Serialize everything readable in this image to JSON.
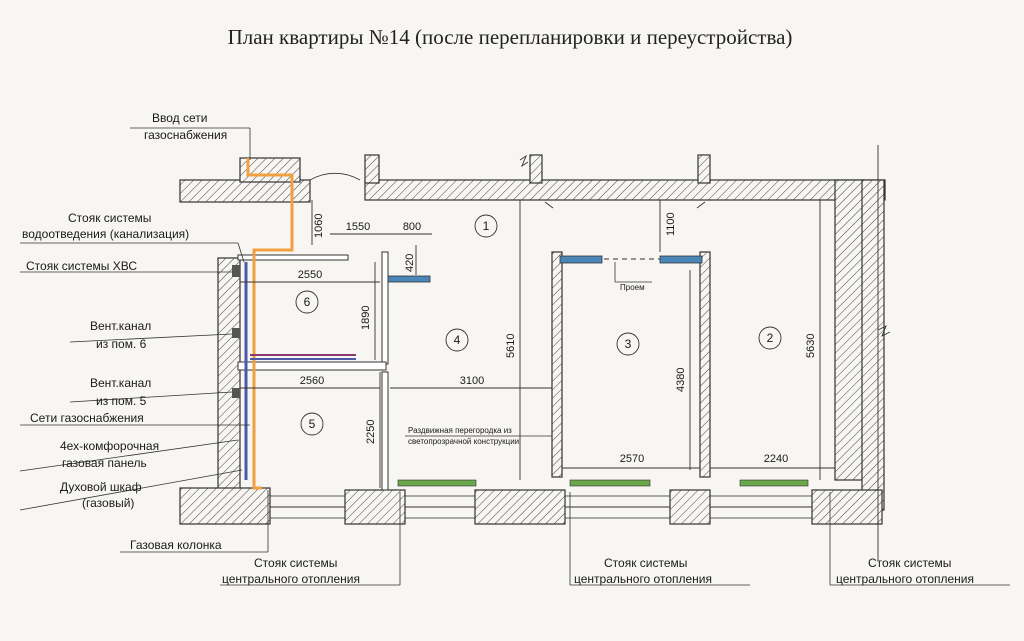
{
  "title": "План квартиры №14 (после перепланировки и переустройства)",
  "rooms": [
    "1",
    "2",
    "3",
    "4",
    "5",
    "6"
  ],
  "dimensions": {
    "d1060": "1060",
    "d1550": "1550",
    "d800": "800",
    "d420": "420",
    "d2550": "2550",
    "d1890": "1890",
    "d2560": "2560",
    "d3100": "3100",
    "d2250": "2250",
    "d5610": "5610",
    "d1100": "1100",
    "d4380": "4380",
    "d5630": "5630",
    "d2570": "2570",
    "d2240": "2240"
  },
  "labels": {
    "gas_input_1": "Ввод сети",
    "gas_input_2": "газоснабжения",
    "drain_1": "Стояк системы",
    "drain_2": "водоотведения (канализация)",
    "cold_water": "Стояк системы ХВС",
    "vent6_1": "Вент.канал",
    "vent6_2": "из пом. 6",
    "vent5_1": "Вент.канал",
    "vent5_2": "из пом. 5",
    "gas_network": "Сети газоснабжения",
    "stove_1": "4ех-комфорочная",
    "stove_2": "газовая панель",
    "oven_1": "Духовой шкаф",
    "oven_2": "(газовый)",
    "boiler": "Газовая колонка",
    "heating_1a": "Стояк системы",
    "heating_1b": "центрального отопления",
    "heating_2a": "Стояк системы",
    "heating_2b": "центрального отопления",
    "heating_3a": "Стояк системы",
    "heating_3b": "центрального отопления",
    "opening": "Проем",
    "partition_1": "Раздвижная перегородка из",
    "partition_2": "светопрозрачной конструкции"
  },
  "colors": {
    "gas_pipe": "#f0a040",
    "water_pipe": "#4a5aa8",
    "radiator": "#6aa64a",
    "window_blue": "#4a86b8",
    "purple_line": "#8a3a6a"
  }
}
